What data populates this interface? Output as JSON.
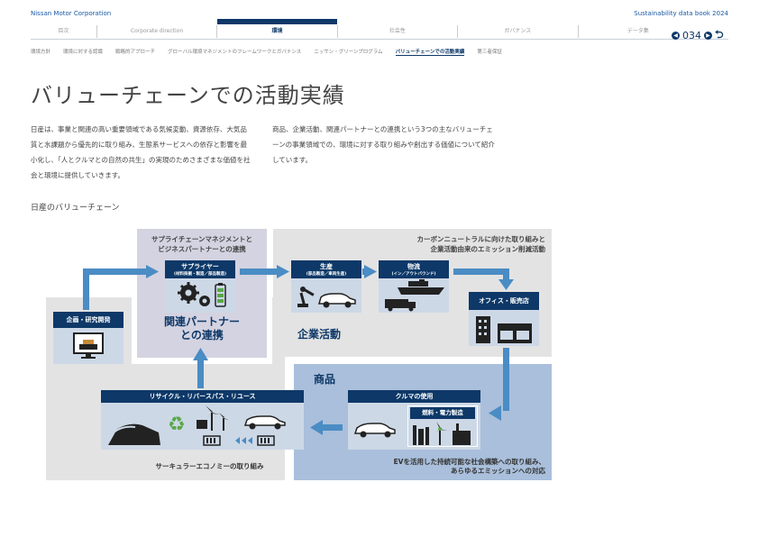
{
  "header": {
    "company": "Nissan Motor Corporation",
    "book": "Sustainability data book 2024"
  },
  "nav": {
    "items": [
      "目次",
      "Corporate direction",
      "環境",
      "社会性",
      "ガバナンス",
      "データ集"
    ],
    "active_index": 2,
    "page_number": "034"
  },
  "subnav": {
    "items": [
      "環境方針",
      "環境に対する認識",
      "戦略的アプローチ",
      "グローバル環境マネジメントのフレームワークとガバナンス",
      "ニッサン・グリーンプログラム",
      "バリューチェーンでの活動実績",
      "第三者保証"
    ],
    "active_index": 5
  },
  "page_title": "バリューチェーンでの活動実績",
  "intro": {
    "left": "日産は、事業と関連の高い重要領域である気候変動、資源依存、大気品質と水課題から優先的に取り組み、生態系サービスへの依存と影響を最小化し、「人とクルマとの自然の共生」の実現のためさまざまな価値を社会と環境に提供していきます。",
    "right": "商品、企業活動、関連パートナーとの連携という3つの主なバリューチェーンの事業領域での、環境に対する取り組みや創出する価値について紹介しています。"
  },
  "diagram": {
    "section_label": "日産のバリューチェーン",
    "partner_region": {
      "heading_line1": "サプライチェーンマネジメントと",
      "heading_line2": "ビジネスパートナーとの連携",
      "label_line1": "関連パートナー",
      "label_line2": "との連携"
    },
    "corporate_region": {
      "heading_line1": "カーボンニュートラルに向けた取り組みと",
      "heading_line2": "企業活動由来のエミッション削減活動",
      "label": "企業活動"
    },
    "product_region": {
      "label": "商品",
      "caption_line1": "EVを活用した持続可能な社会構築への取り組み、",
      "caption_line2": "あらゆるエミッションへの対応"
    },
    "circular": {
      "caption": "サーキュラーエコノミーの取り組み"
    },
    "stages": {
      "rnd": {
        "title": "企画・研究開発"
      },
      "supplier": {
        "title": "サプライヤー",
        "sub": "(材料採掘・製造／部品製造)"
      },
      "production": {
        "title": "生産",
        "sub": "(部品製造／車両生産)"
      },
      "logistics": {
        "title": "物流",
        "sub": "(イン／アウトバウンド)"
      },
      "dealer": {
        "title": "オフィス・販売店"
      },
      "use": {
        "title": "クルマの使用"
      },
      "fuel": {
        "title": "燃料・電力製造"
      },
      "recycle": {
        "title": "リサイクル・リバースパス・リユース"
      }
    },
    "colors": {
      "navy": "#0d3868",
      "arrow": "#4a8cc4",
      "partner_bg": "#d4d3e1",
      "corporate_bg": "#e3e3e3",
      "product_bg": "#a9bfdb",
      "stage_bg": "#cdd8e6"
    }
  }
}
